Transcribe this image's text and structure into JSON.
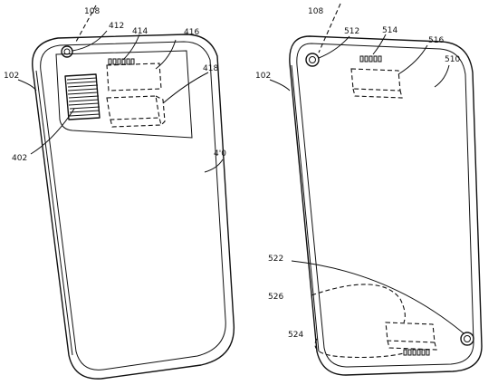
{
  "figure": {
    "left_view": {
      "labels": {
        "l108": "108",
        "l412": "412",
        "l414": "414",
        "l416": "416",
        "l418": "418",
        "l102": "102",
        "l402": "402",
        "l410": "4'0"
      }
    },
    "right_view": {
      "labels": {
        "l108": "108",
        "l512": "512",
        "l514": "514",
        "l516": "516",
        "l510": "510",
        "l102": "102",
        "l522": "522",
        "l526": "526",
        "l524": "524"
      }
    }
  }
}
